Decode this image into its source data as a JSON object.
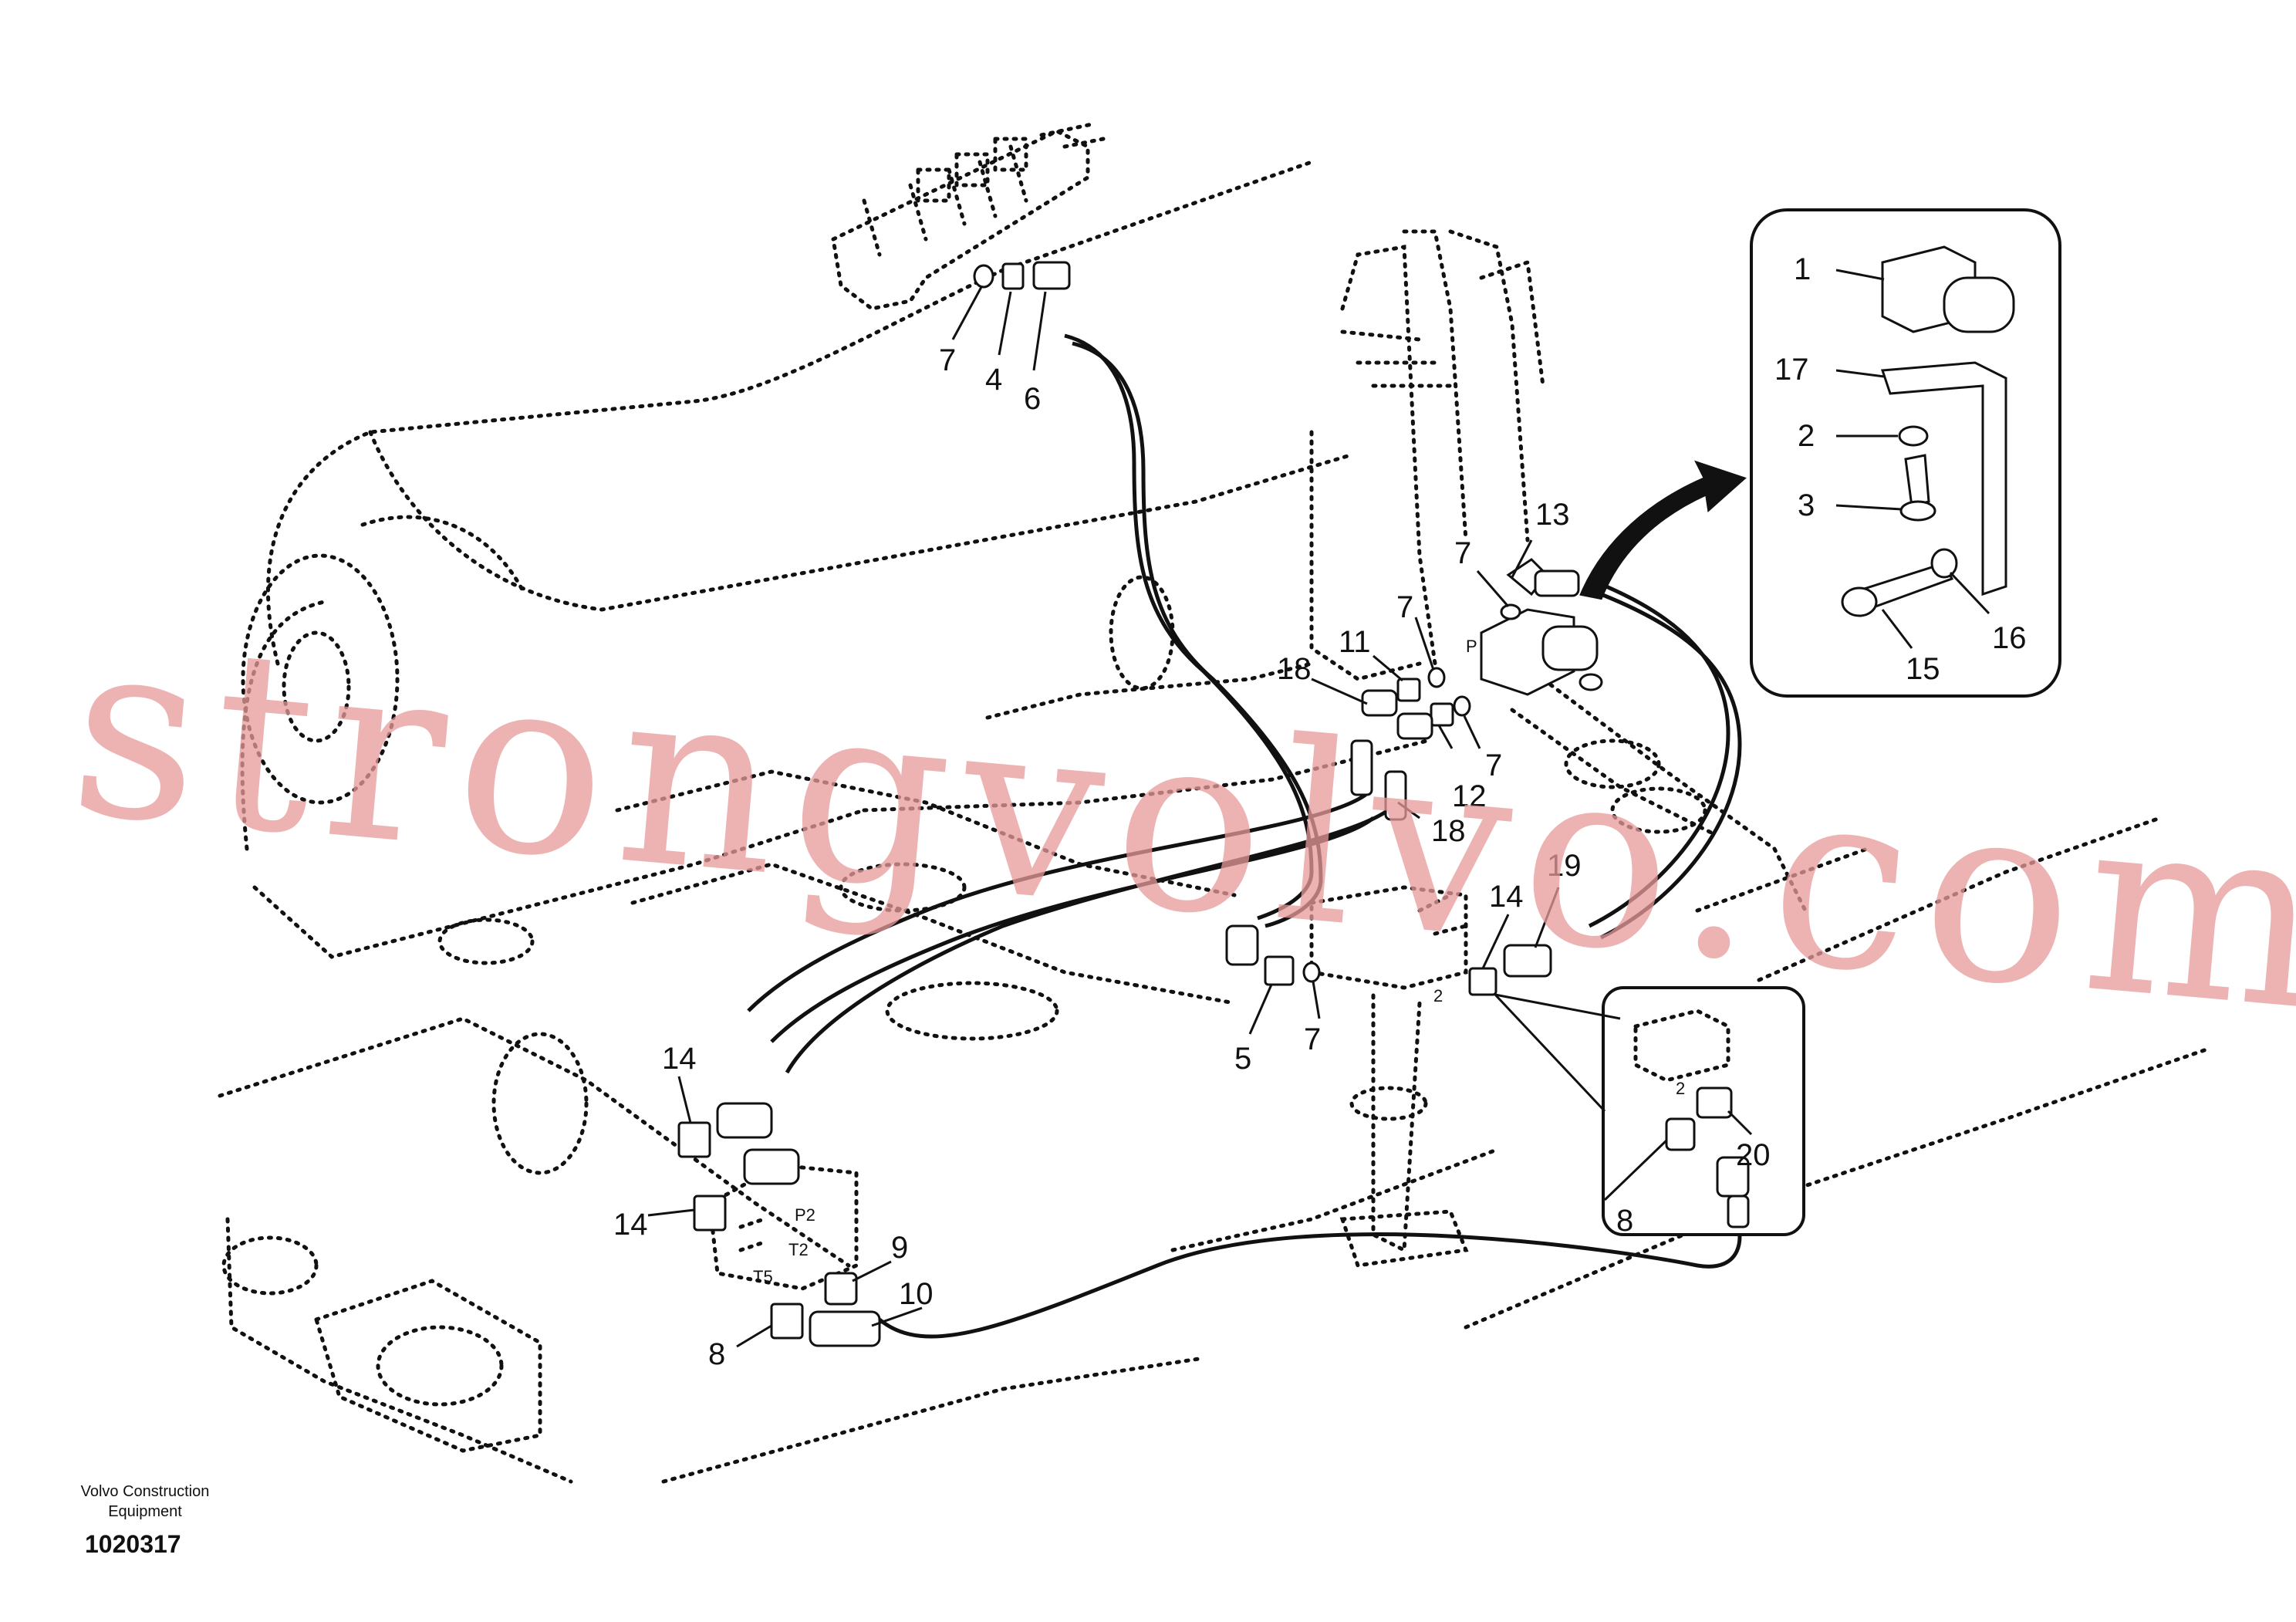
{
  "callouts": {
    "c1": "1",
    "c2": "2",
    "c3": "3",
    "c4": "4",
    "c5": "5",
    "c6": "6",
    "c7": "7",
    "c8": "8",
    "c9": "9",
    "c10": "10",
    "c11": "11",
    "c12": "12",
    "c13": "13",
    "c14": "14",
    "c15": "15",
    "c16": "16",
    "c17": "17",
    "c18": "18",
    "c19": "19",
    "c20": "20"
  },
  "port_labels": {
    "p": "P",
    "p2": "P2",
    "t2": "T2",
    "t5": "T5",
    "two": "2"
  },
  "watermark": "strongvolvo.com",
  "footer": {
    "brand_line1": "Volvo Construction",
    "brand_line2": "Equipment",
    "drawing_number": "1020317"
  }
}
